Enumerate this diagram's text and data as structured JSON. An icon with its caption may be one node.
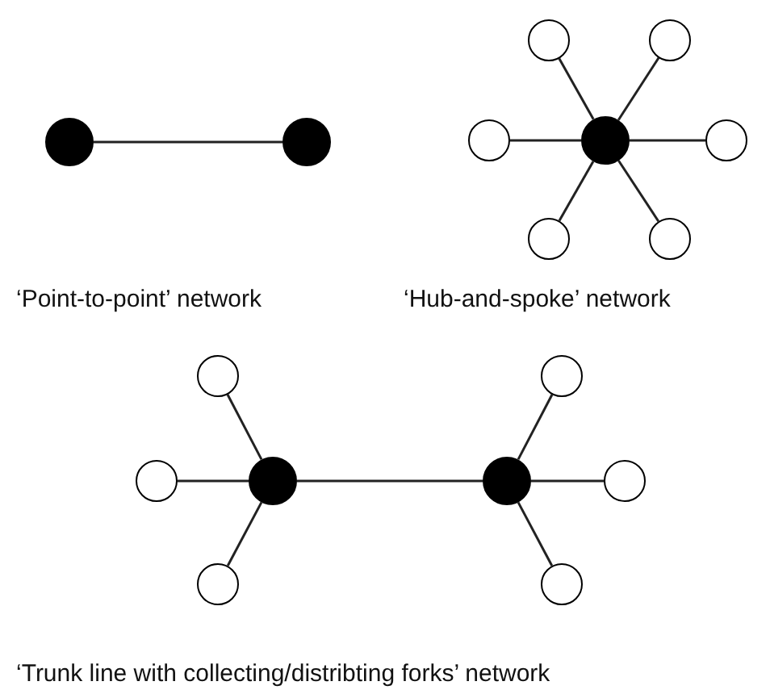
{
  "diagram": {
    "nodes": [
      {
        "text": [],
        "shape": "circle"
      },
      {
        "text": [],
        "shape": "circle"
      },
      {
        "text": [],
        "shape": "circle"
      },
      {
        "text": [],
        "shape": "circle"
      },
      {
        "text": [],
        "shape": "circle"
      },
      {
        "text": [],
        "shape": "circle"
      },
      {
        "text": [],
        "shape": "circle"
      },
      {
        "text": [],
        "shape": "circle"
      },
      {
        "text": [],
        "shape": "circle"
      },
      {
        "text": [],
        "shape": "circle"
      },
      {
        "text": [],
        "shape": "circle"
      },
      {
        "text": [],
        "shape": "circle"
      },
      {
        "text": [],
        "shape": "circle"
      },
      {
        "text": [],
        "shape": "circle"
      },
      {
        "text": [],
        "shape": "circle"
      },
      {
        "text": [],
        "shape": "circle"
      },
      {
        "text": [],
        "shape": "circle"
      }
    ],
    "edges": [
      {
        "from": 0,
        "to": 1,
        "arrow": "none"
      },
      {
        "from": 5,
        "to": 2,
        "arrow": "none"
      },
      {
        "from": 5,
        "to": 3,
        "arrow": "none"
      },
      {
        "from": 5,
        "to": 4,
        "arrow": "none"
      },
      {
        "from": 5,
        "to": 6,
        "arrow": "none"
      },
      {
        "from": 5,
        "to": 7,
        "arrow": "none"
      },
      {
        "from": 5,
        "to": 8,
        "arrow": "none"
      },
      {
        "from": 12,
        "to": 9,
        "arrow": "none"
      },
      {
        "from": 12,
        "to": 11,
        "arrow": "none"
      },
      {
        "from": 12,
        "to": 15,
        "arrow": "none"
      },
      {
        "from": 12,
        "to": 13,
        "arrow": "none"
      },
      {
        "from": 13,
        "to": 10,
        "arrow": "none"
      },
      {
        "from": 13,
        "to": 14,
        "arrow": "none"
      },
      {
        "from": 13,
        "to": 16,
        "arrow": "none"
      }
    ],
    "labels": [
      "‘Point-to-point’ network",
      "‘Hub-and-spoke’ network",
      "‘Trunk line with collecting/distribting forks’ network"
    ]
  }
}
